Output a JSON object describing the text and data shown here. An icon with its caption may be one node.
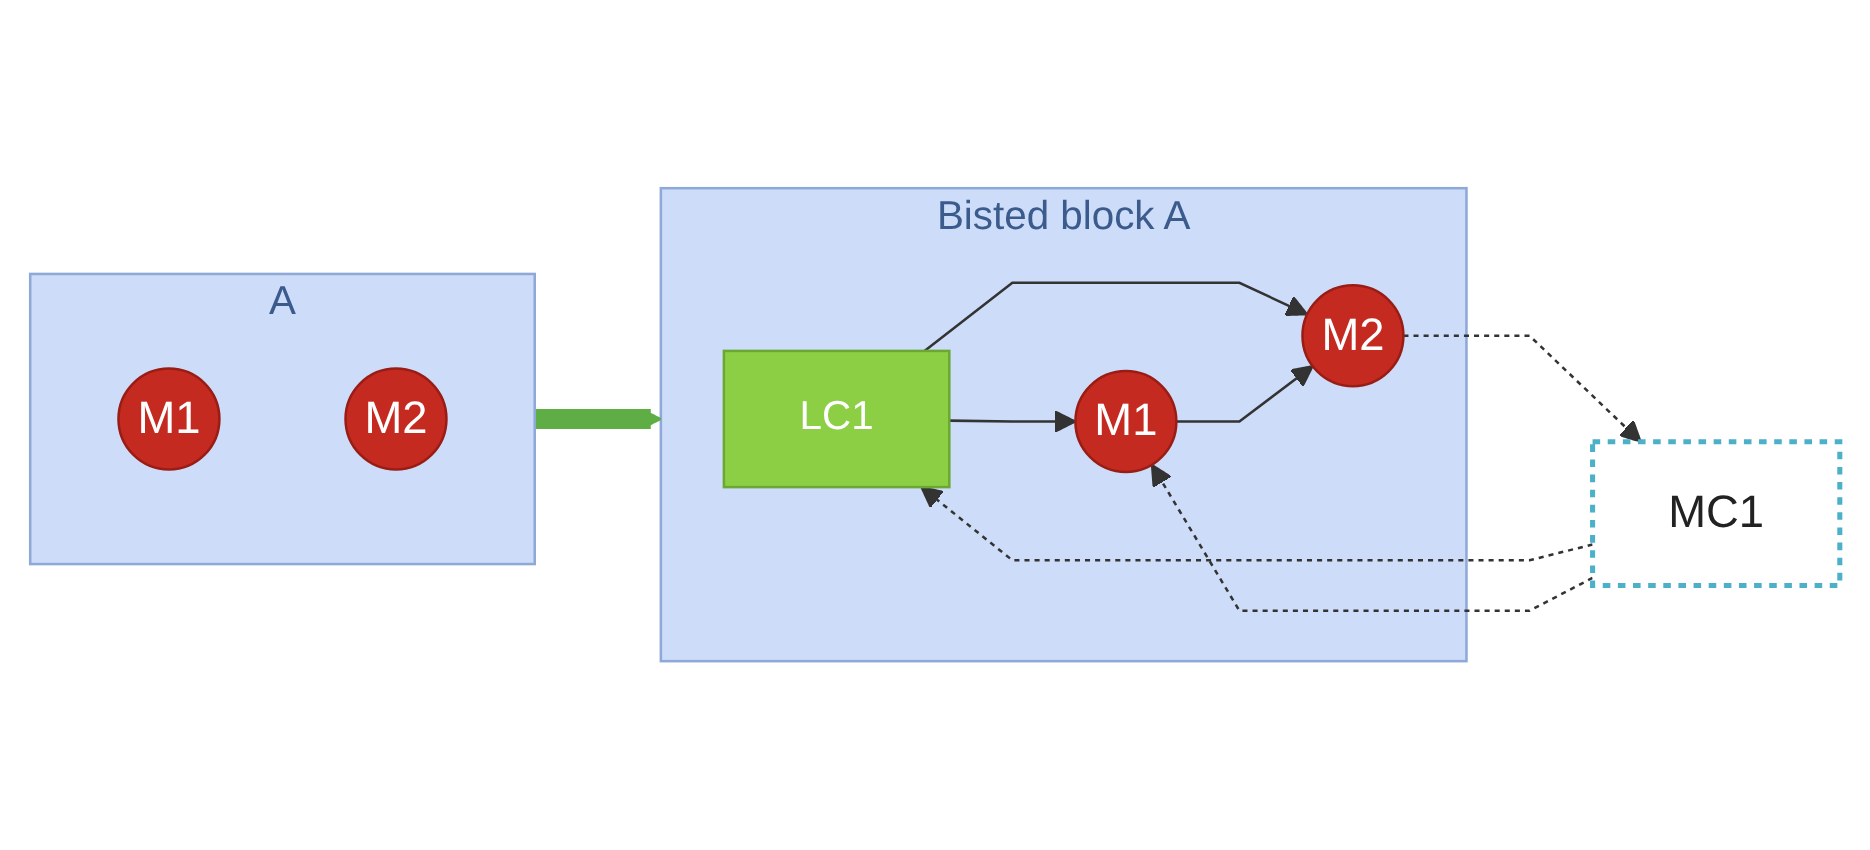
{
  "diagram": {
    "nodes": [
      {
        "text": [
          "A"
        ]
      },
      {
        "text": [
          "M1"
        ],
        "in": 0
      },
      {
        "text": [
          "M2"
        ],
        "in": 0
      },
      {
        "text": [
          "Bisted block A"
        ]
      },
      {
        "text": [
          "MC1"
        ]
      },
      {
        "text": [
          "LC1"
        ],
        "in": 3
      },
      {
        "text": [
          "M1"
        ],
        "in": 3
      },
      {
        "text": [
          "M2"
        ],
        "in": 3
      }
    ],
    "edges": [
      {
        "from": 0,
        "to": 3,
        "arrow": "to",
        "style": "thick",
        "color": "#5fae45"
      },
      {
        "from": 4,
        "to": 5,
        "arrow": "to",
        "style": "dashed"
      },
      {
        "from": 5,
        "to": 6,
        "arrow": "to"
      },
      {
        "from": 5,
        "to": 7,
        "arrow": "to"
      },
      {
        "from": 4,
        "to": 6,
        "arrow": "to",
        "style": "dashed"
      },
      {
        "from": 6,
        "to": 7,
        "arrow": "to"
      },
      {
        "from": 7,
        "to": 4,
        "arrow": "to",
        "style": "dashed"
      }
    ]
  }
}
